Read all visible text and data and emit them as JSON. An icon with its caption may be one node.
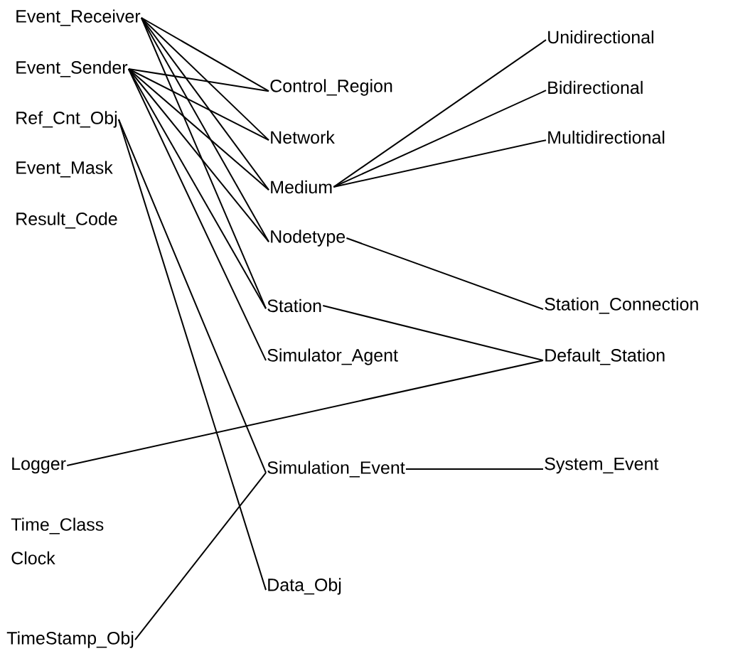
{
  "diagram": {
    "nodes": [
      {
        "text": [
          "Event_Receiver"
        ]
      },
      {
        "text": [
          "Event_Sender"
        ]
      },
      {
        "text": [
          "Ref_Cnt_Obj"
        ]
      },
      {
        "text": [
          "Event_Mask"
        ]
      },
      {
        "text": [
          "Result_Code"
        ]
      },
      {
        "text": [
          "Logger"
        ]
      },
      {
        "text": [
          "Time_Class"
        ]
      },
      {
        "text": [
          "Clock"
        ]
      },
      {
        "text": [
          "TimeStamp_Obj"
        ]
      },
      {
        "text": [
          "Control_Region"
        ]
      },
      {
        "text": [
          "Network"
        ]
      },
      {
        "text": [
          "Medium"
        ]
      },
      {
        "text": [
          "Nodetype"
        ]
      },
      {
        "text": [
          "Station"
        ]
      },
      {
        "text": [
          "Simulator_Agent"
        ]
      },
      {
        "text": [
          "Simulation_Event"
        ]
      },
      {
        "text": [
          "Data_Obj"
        ]
      },
      {
        "text": [
          "Unidirectional"
        ]
      },
      {
        "text": [
          "Bidirectional"
        ]
      },
      {
        "text": [
          "Multidirectional"
        ]
      },
      {
        "text": [
          "Station_Connection"
        ]
      },
      {
        "text": [
          "Default_Station"
        ]
      },
      {
        "text": [
          "System_Event"
        ]
      }
    ],
    "edges": [
      {
        "from": 0,
        "to": 9,
        "arrow": "none"
      },
      {
        "from": 0,
        "to": 10,
        "arrow": "none"
      },
      {
        "from": 0,
        "to": 11,
        "arrow": "none"
      },
      {
        "from": 0,
        "to": 12,
        "arrow": "none"
      },
      {
        "from": 0,
        "to": 13,
        "arrow": "none"
      },
      {
        "from": 1,
        "to": 9,
        "arrow": "none"
      },
      {
        "from": 1,
        "to": 10,
        "arrow": "none"
      },
      {
        "from": 1,
        "to": 11,
        "arrow": "none"
      },
      {
        "from": 1,
        "to": 12,
        "arrow": "none"
      },
      {
        "from": 1,
        "to": 13,
        "arrow": "none"
      },
      {
        "from": 1,
        "to": 14,
        "arrow": "none"
      },
      {
        "from": 2,
        "to": 15,
        "arrow": "none"
      },
      {
        "from": 2,
        "to": 16,
        "arrow": "none"
      },
      {
        "from": 11,
        "to": 17,
        "arrow": "none"
      },
      {
        "from": 11,
        "to": 18,
        "arrow": "none"
      },
      {
        "from": 11,
        "to": 19,
        "arrow": "none"
      },
      {
        "from": 12,
        "to": 20,
        "arrow": "none"
      },
      {
        "from": 13,
        "to": 21,
        "arrow": "none"
      },
      {
        "from": 5,
        "to": 21,
        "arrow": "none"
      },
      {
        "from": 15,
        "to": 22,
        "arrow": "none"
      },
      {
        "from": 8,
        "to": 15,
        "arrow": "none"
      }
    ]
  }
}
